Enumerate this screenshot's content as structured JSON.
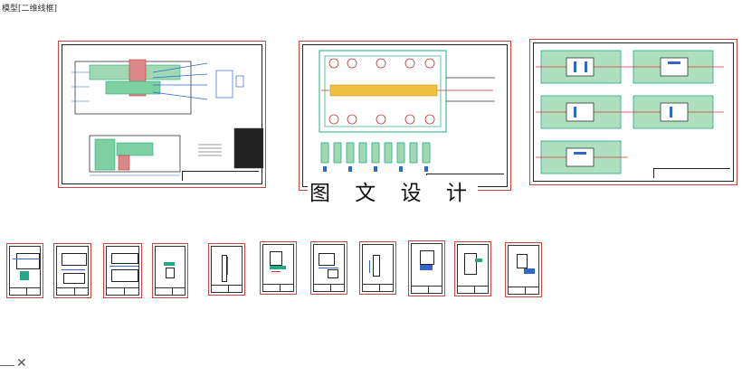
{
  "window": {
    "title": "模型[二维线框]"
  },
  "watermark": {
    "text": "图 文 设 计"
  },
  "thumbnails": {
    "count": 11
  },
  "controls": {
    "close_icon": "close-icon"
  },
  "colors": {
    "sheet_border": "#cc4444",
    "green": "#22aa66",
    "blue": "#3366cc",
    "red": "#dd3333"
  }
}
